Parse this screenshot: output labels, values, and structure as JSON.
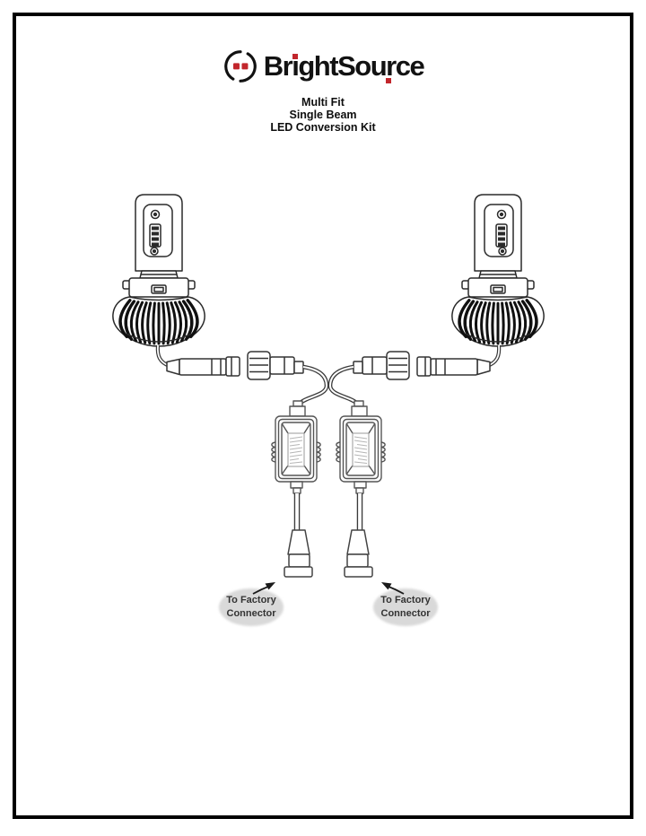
{
  "page": {
    "kind": "product instruction sheet",
    "background": "#ffffff",
    "frame_color": "#000000"
  },
  "logo": {
    "brand": "BrightSource",
    "parts": [
      "Br",
      "ı",
      "ght",
      "Sou",
      "r",
      "ce"
    ],
    "accent_color": "#c2262c",
    "icon": "brightsource-ring-icon"
  },
  "title": {
    "lines": [
      "Multi Fit",
      "Single Beam",
      "LED Conversion Kit"
    ]
  },
  "callouts": {
    "left": {
      "line1": "To Factory",
      "line2": "Connector"
    },
    "right": {
      "line1": "To Factory",
      "line2": "Connector"
    }
  },
  "diagram": {
    "assemblies": [
      {
        "side": "left",
        "components": [
          "led-bulb",
          "bulb-pigtail-connector",
          "inline-socket-connector",
          "led-driver-module",
          "factory-connector-plug"
        ]
      },
      {
        "side": "right",
        "components": [
          "led-bulb",
          "bulb-pigtail-connector",
          "inline-socket-connector",
          "led-driver-module",
          "factory-connector-plug"
        ]
      }
    ]
  }
}
